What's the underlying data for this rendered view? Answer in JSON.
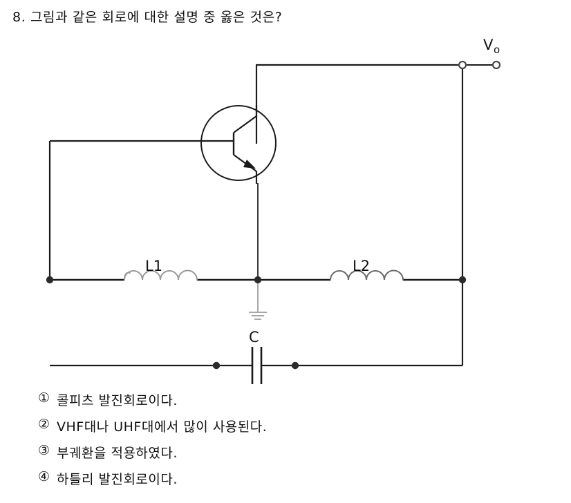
{
  "question": {
    "number": "8.",
    "stem": "8. 그림과 같은 회로에 대한 설명 중 옳은 것은?"
  },
  "figure": {
    "type": "transistor-oscillator-circuit",
    "labels": {
      "output": "Vo",
      "output_main": "V",
      "output_sub": "o",
      "inductor1": "L1",
      "inductor2": "L2",
      "capacitor": "C"
    },
    "components": [
      {
        "name": "transistor",
        "label": ""
      },
      {
        "name": "inductor-l1",
        "label": "L1"
      },
      {
        "name": "inductor-l2",
        "label": "L2"
      },
      {
        "name": "capacitor-c",
        "label": "C"
      },
      {
        "name": "ground",
        "label": ""
      },
      {
        "name": "output-terminal-pair",
        "label": "Vo"
      }
    ],
    "colors": {
      "wire": "#1a1a1a",
      "faint_wire": "#8c8c8c",
      "node": "#333333",
      "background": "#ffffff"
    }
  },
  "options": [
    {
      "marker": "①",
      "text": "콜피츠 발진회로이다."
    },
    {
      "marker": "②",
      "text": "VHF대나 UHF대에서 많이 사용된다."
    },
    {
      "marker": "③",
      "text": "부궤환을 적용하였다."
    },
    {
      "marker": "④",
      "text": "하틀리 발진회로이다."
    }
  ]
}
